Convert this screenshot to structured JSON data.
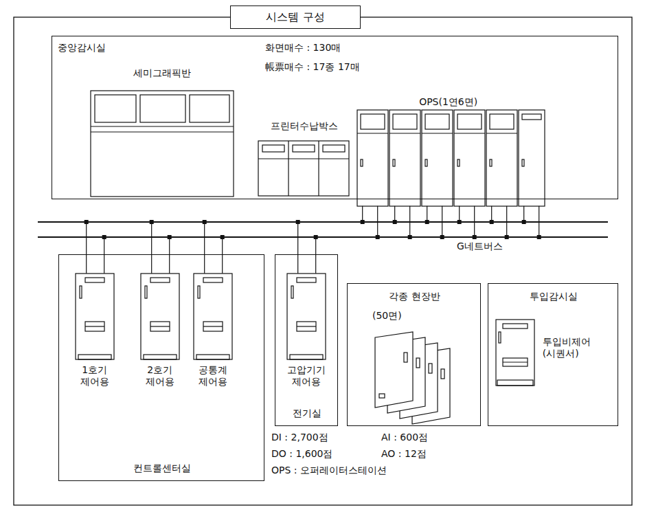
{
  "diagram": {
    "title": "시스템 구성",
    "nodes": [
      {
        "text": [
          "중앙감시실",
          "화면매수 : 130매",
          "帳票매수 : 17종 17매"
        ]
      },
      {
        "text": [
          "세미그래픽반"
        ],
        "in": 0
      },
      {
        "text": [
          "프린터수납박스"
        ],
        "in": 0
      },
      {
        "text": [
          "OPS(1연6면)"
        ],
        "in": 0
      },
      {
        "text": [
          "컨트롤센터실"
        ]
      },
      {
        "text": [
          "1호기 제어용"
        ],
        "in": 4
      },
      {
        "text": [
          "2호기 제어용"
        ],
        "in": 4
      },
      {
        "text": [
          "공통계 제어용"
        ],
        "in": 4
      },
      {
        "text": [
          "전기실"
        ]
      },
      {
        "text": [
          "고압기기 제어용"
        ],
        "in": 8
      },
      {
        "text": [
          "각종 현장반",
          "(50면)"
        ]
      },
      {
        "text": [
          "투입감시실"
        ]
      },
      {
        "text": [
          "투입비제어 (시퀀서)"
        ],
        "in": 11
      },
      {
        "text": [
          "G네트버스"
        ]
      }
    ],
    "edges": [
      {
        "from": 3,
        "to": 13,
        "arrow": "none"
      },
      {
        "from": 5,
        "to": 13,
        "arrow": "none"
      },
      {
        "from": 6,
        "to": 13,
        "arrow": "none"
      },
      {
        "from": 7,
        "to": 13,
        "arrow": "none"
      },
      {
        "from": 9,
        "to": 13,
        "arrow": "none"
      }
    ],
    "labels": [
      "DI : 2,700점",
      "AI : 600점",
      "DO : 1,600점",
      "AO : 12점",
      "OPS : 오퍼레이터스테이션"
    ]
  }
}
